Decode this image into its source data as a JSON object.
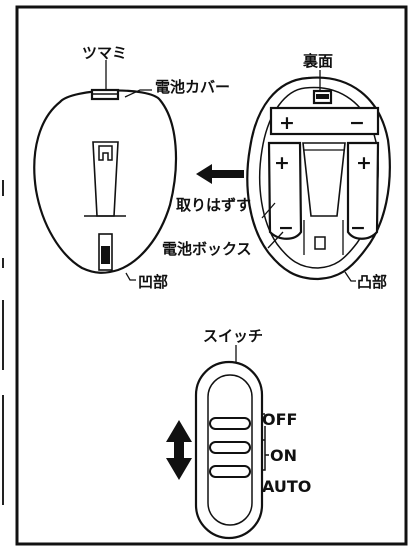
{
  "labels": {
    "tsumami": "ツマミ",
    "back_side": "裏面",
    "battery_cover": "電池カバー",
    "remove": "取りはずす",
    "battery_box": "電池ボックス",
    "recess": "凹部",
    "protrusion": "凸部",
    "switch": "スイッチ"
  },
  "polarity": {
    "plus": "+",
    "minus": "−"
  },
  "switch_positions": [
    "OFF",
    "ON",
    "AUTO"
  ]
}
